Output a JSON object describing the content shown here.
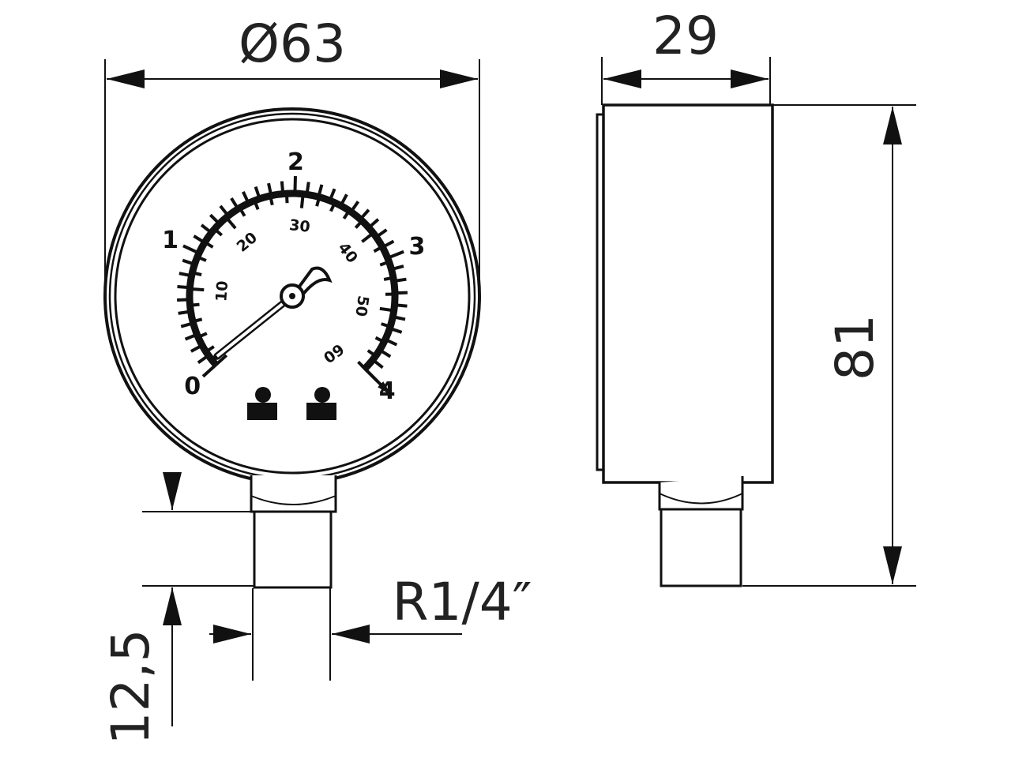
{
  "dimensions": {
    "diameter": "Ø63",
    "depth": "29",
    "height": "81",
    "thread_length": "12,5",
    "thread": "R1/4″"
  },
  "gauge": {
    "bar_labels": [
      "0",
      "1",
      "2",
      "3",
      "4"
    ],
    "psi_labels": [
      "10",
      "20",
      "30",
      "40",
      "50",
      "60"
    ],
    "bar_max": 4,
    "psi_max": 58,
    "pointer_value_bar": 0.05
  },
  "colors": {
    "ink": "#111111",
    "background": "#ffffff"
  }
}
